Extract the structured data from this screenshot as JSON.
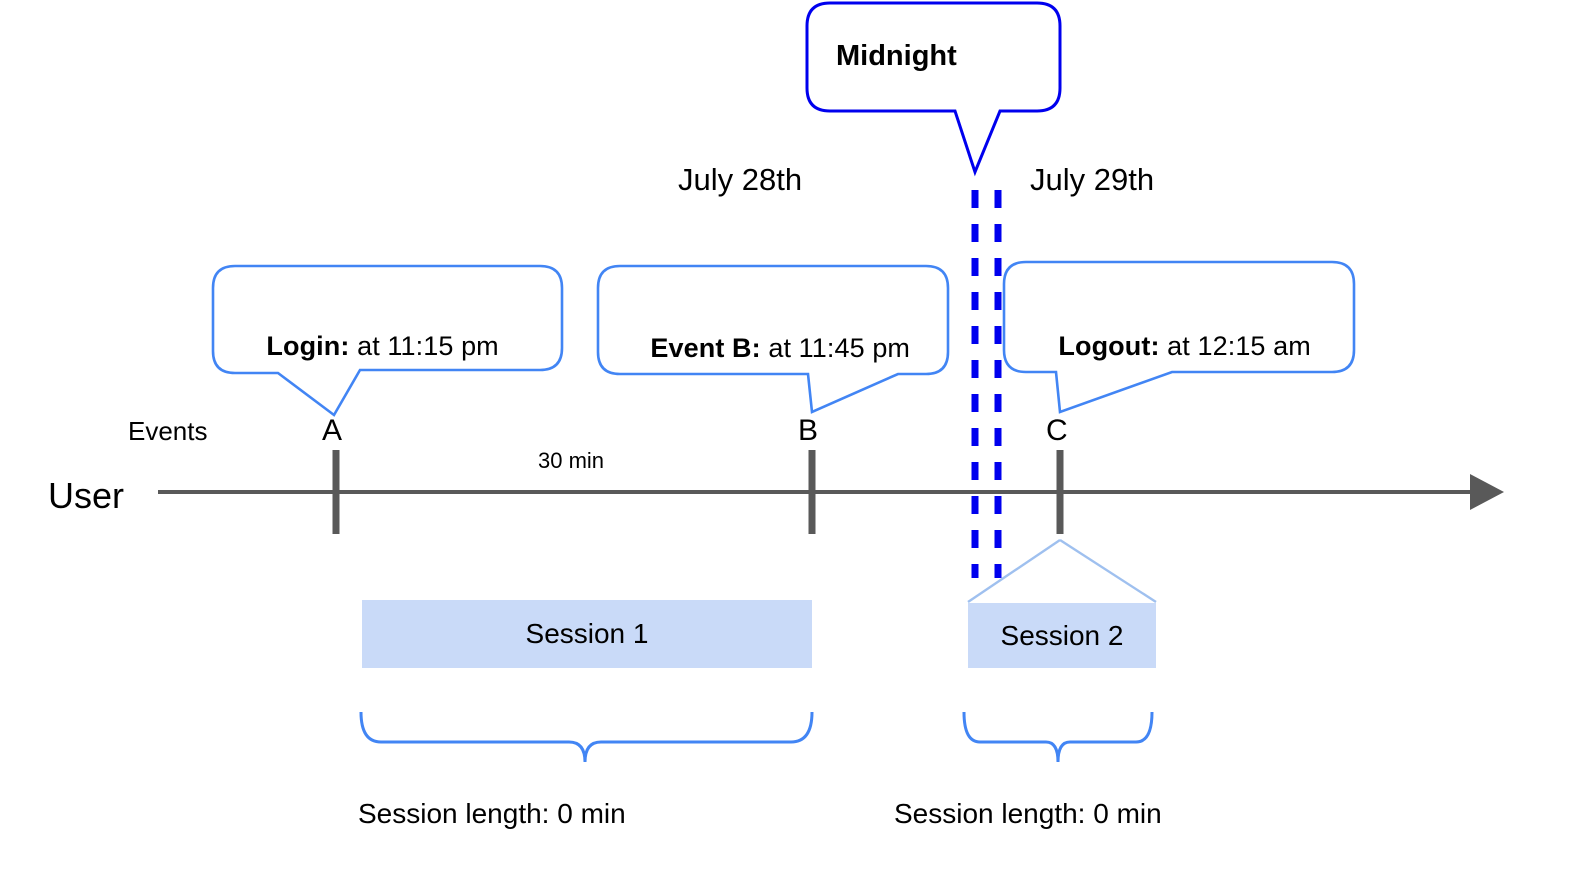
{
  "diagram": {
    "title_callout": {
      "label": "Midnight",
      "border_color": "#0000EE"
    },
    "dates": [
      {
        "label": "July 28th"
      },
      {
        "label": "July 29th"
      }
    ],
    "event_callouts": [
      {
        "bold": "Login:",
        "rest": " at 11:15 pm",
        "border_color": "#4285F4"
      },
      {
        "bold": "Event B:",
        "rest": " at 11:45 pm",
        "border_color": "#4285F4"
      },
      {
        "bold": "Logout:",
        "rest": " at 12:15 am",
        "border_color": "#4285F4"
      }
    ],
    "axis": {
      "row_label": "User",
      "events_label": "Events",
      "line_color": "#595959",
      "events": [
        {
          "letter": "A"
        },
        {
          "letter": "B"
        },
        {
          "letter": "C"
        }
      ],
      "duration_label": "30 min"
    },
    "sessions": [
      {
        "label": "Session 1",
        "fill": "#C9DAF8",
        "length_label": "Session length: 0 min"
      },
      {
        "label": "Session 2",
        "fill": "#C9DAF8",
        "length_label": "Session length: 0 min"
      }
    ],
    "midnight_marker": {
      "color": "#0000EE",
      "style": "double-dashed-vertical"
    },
    "brace_color": "#4285F4"
  }
}
